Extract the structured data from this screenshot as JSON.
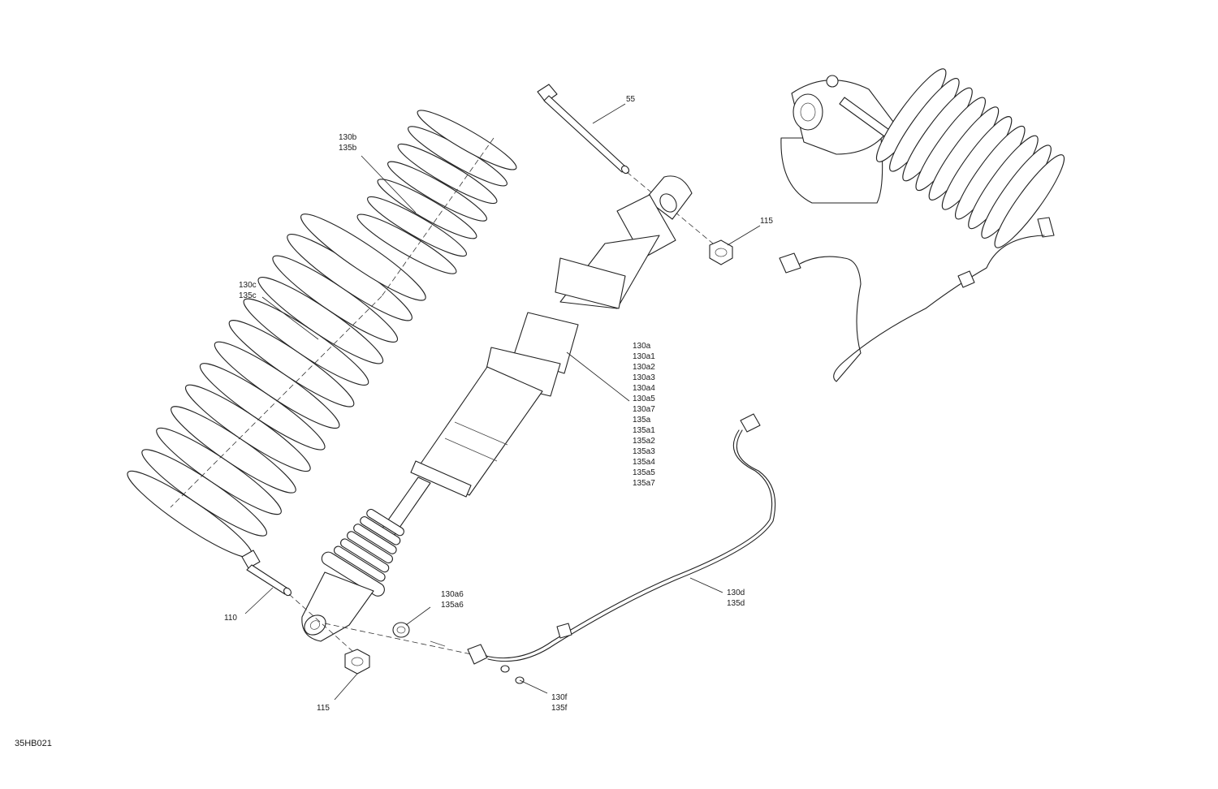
{
  "diagram": {
    "code": "35HB021",
    "callouts": {
      "bolt_top": [
        "55"
      ],
      "nut_top": [
        "115"
      ],
      "spring_upper": [
        "130b",
        "135b"
      ],
      "spring_lower": [
        "130c",
        "135c"
      ],
      "shock_body": [
        "130a",
        "130a1",
        "130a2",
        "130a3",
        "130a4",
        "130a5",
        "130a7",
        "135a",
        "135a1",
        "135a2",
        "135a3",
        "135a4",
        "135a5",
        "135a7"
      ],
      "bolt_bottom": [
        "110"
      ],
      "nut_bottom": [
        "115"
      ],
      "bushing_bottom": [
        "130a6",
        "135a6"
      ],
      "harness": [
        "130d",
        "135d"
      ],
      "screw_sensor": [
        "130f",
        "135f"
      ]
    }
  }
}
